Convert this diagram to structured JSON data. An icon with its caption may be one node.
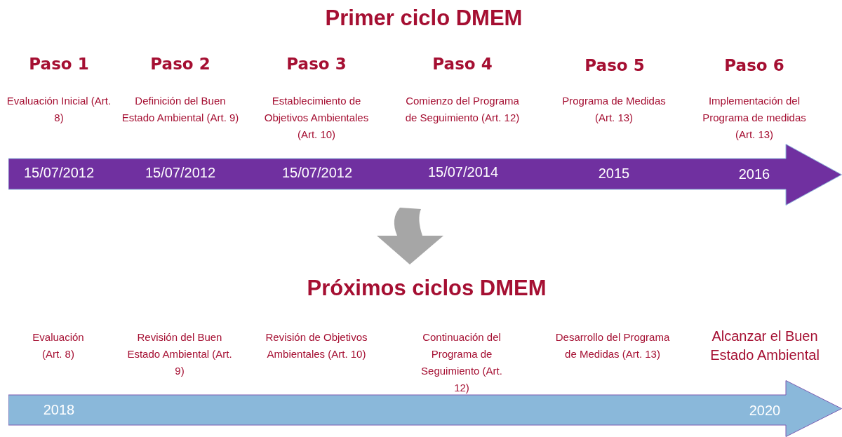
{
  "diagram": {
    "title": "Primer ciclo DMEM",
    "nodes": [
      {
        "text": [
          "15/07/2012",
          "15/07/2012",
          "15/07/2012",
          "15/07/2014",
          "2015",
          "2016"
        ]
      },
      {
        "text": [
          "2018",
          "2020"
        ]
      }
    ],
    "edges": [],
    "labels": [
      "Paso 1",
      "Paso 2",
      "Paso 3",
      "Paso 4",
      "Paso 5",
      "Paso 6",
      "Evaluación Inicial (Art. 8)",
      "Definición del Buen Estado Ambiental (Art. 9)",
      "Establecimiento de Objetivos Ambientales (Art. 10)",
      "Comienzo del Programa de Seguimiento (Art. 12)",
      "Programa de Medidas (Art. 13)",
      "Implementación del Programa de medidas (Art. 13)",
      "Próximos ciclos DMEM",
      "Evaluación (Art. 8)",
      "Revisión del Buen Estado Ambiental (Art. 9)",
      "Revisión de Objetivos Ambientales (Art. 10)",
      "Continuación del Programa de Seguimiento (Art. 12)",
      "Desarrollo del Programa de Medidas (Art. 13)",
      "Alcanzar el Buen Estado Ambiental"
    ]
  }
}
